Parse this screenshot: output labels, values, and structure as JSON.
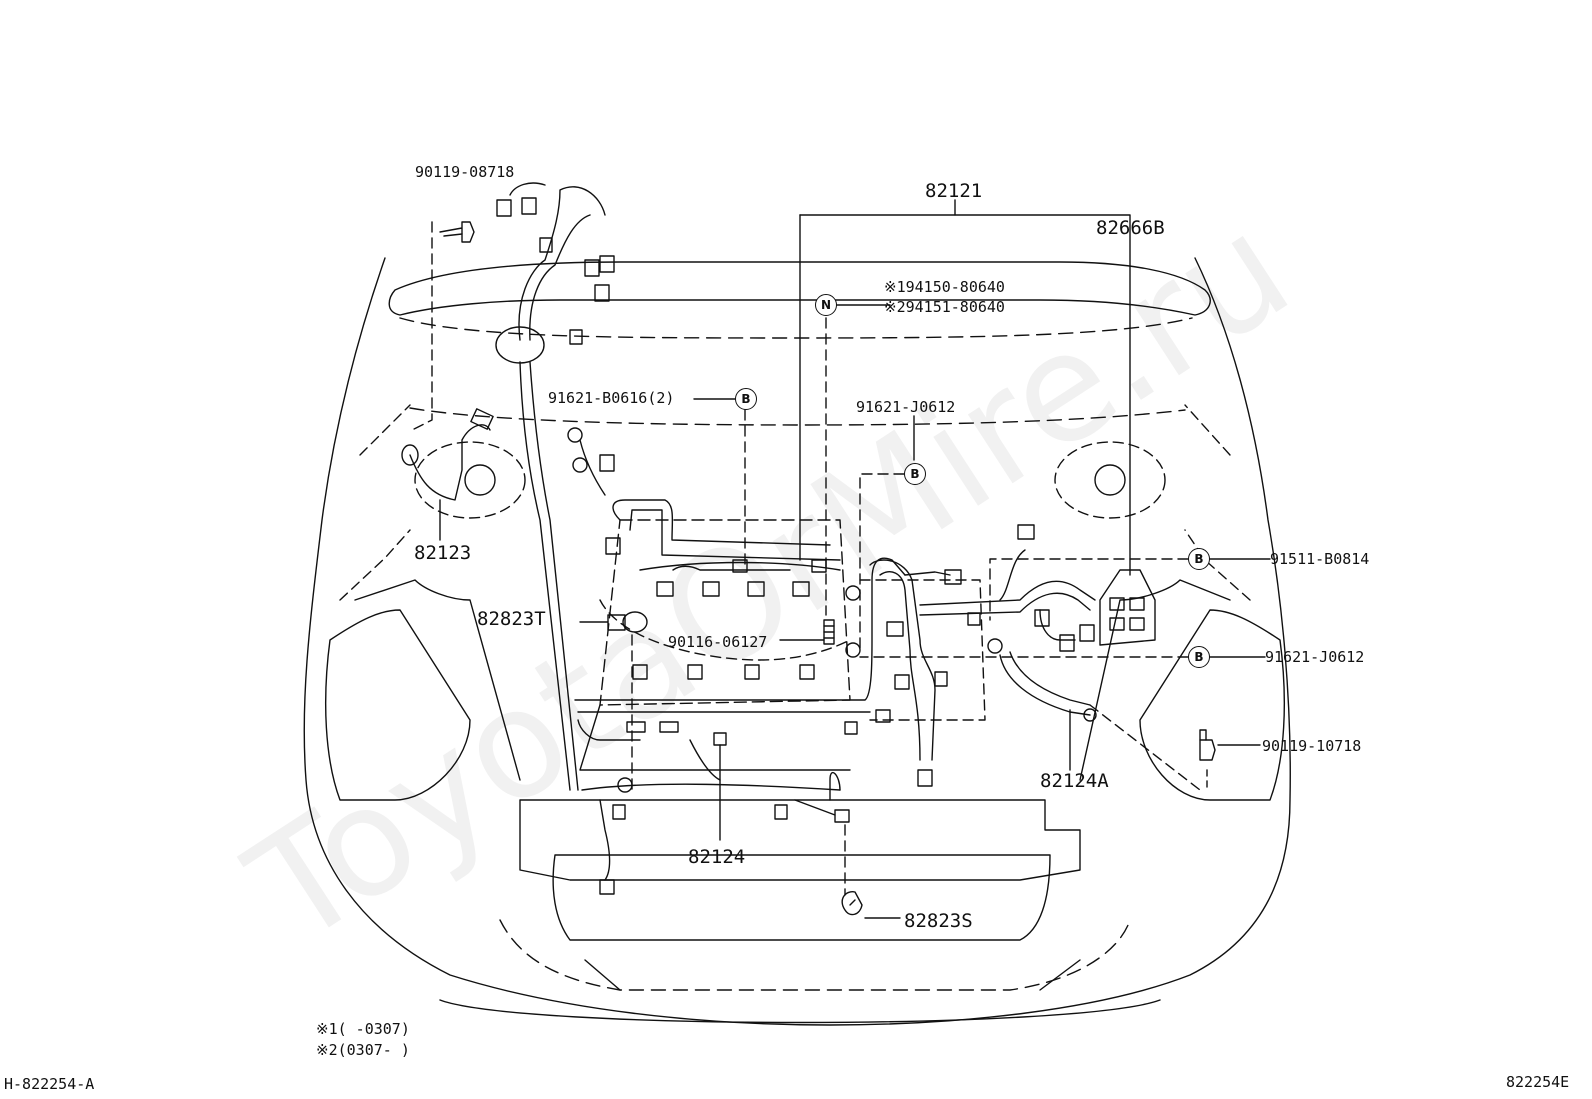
{
  "watermark": "ToyotaOrMire.ru",
  "labels": {
    "bolt_top": "90119-08718",
    "harness_main": "82121",
    "bracket": "82666B",
    "nut_1": "※194150-80640",
    "nut_2": "※294151-80640",
    "clamp_b0616": "91621-B0616(2)",
    "clamp_j0612_top": "91621-J0612",
    "harness_82123": "82123",
    "wire_82823t": "82823T",
    "stud": "90116-06127",
    "clamp_b0814": "91511-B0814",
    "clamp_j0612_right": "91621-J0612",
    "bolt_right": "90119-10718",
    "harness_82124a": "82124A",
    "harness_82124": "82124",
    "clip_82823s": "82823S"
  },
  "callouts": {
    "n_symbol": "N",
    "b_symbol": "B"
  },
  "notes": {
    "note1": "※1(   -0307)",
    "note2": "※2(0307-   )"
  },
  "codes": {
    "left": "H-822254-A",
    "right": "822254E"
  }
}
